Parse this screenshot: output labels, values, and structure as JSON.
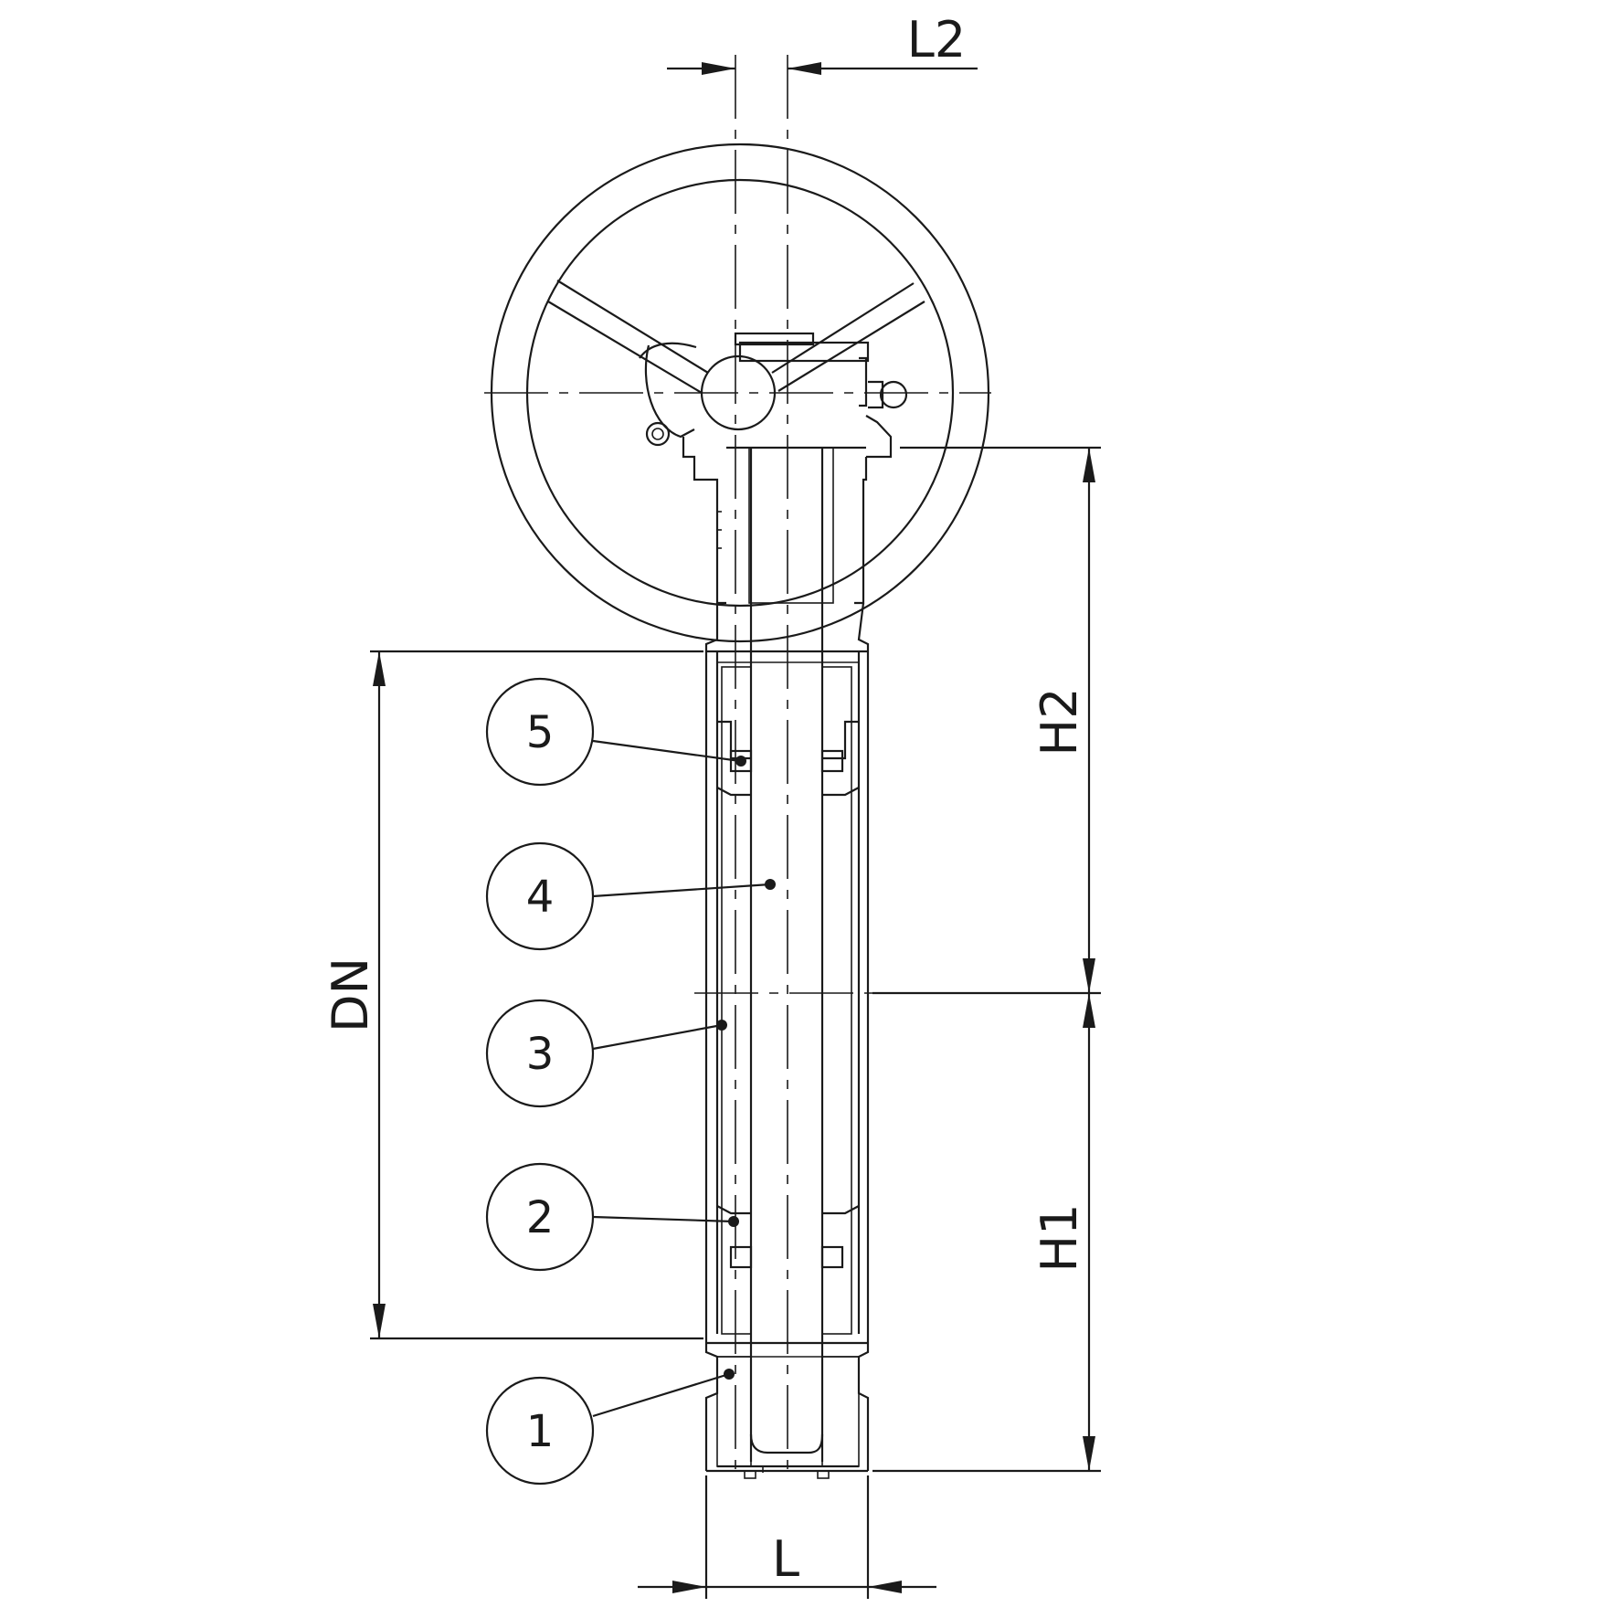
{
  "dimensions": {
    "L2": "L2",
    "H2": "H2",
    "DN": "DN",
    "H1": "H1",
    "L": "L"
  },
  "balloons": [
    "5",
    "4",
    "3",
    "2",
    "1"
  ],
  "colors": {
    "line": "#1a1a1a",
    "background": "#ffffff"
  }
}
